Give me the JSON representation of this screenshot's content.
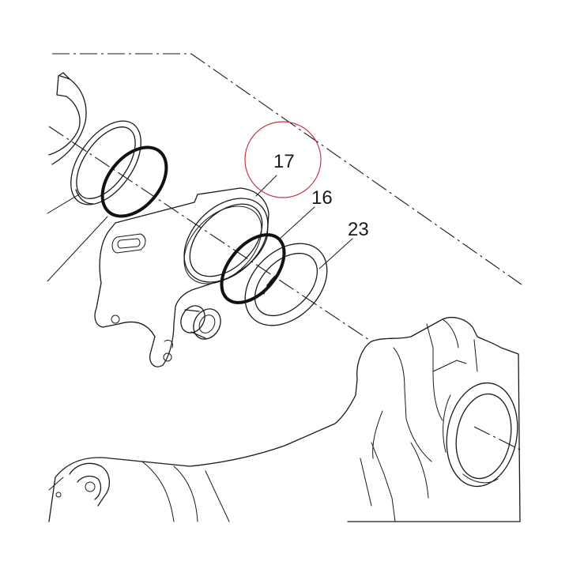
{
  "callouts": [
    {
      "id": "17",
      "label": "17"
    },
    {
      "id": "16",
      "label": "16"
    },
    {
      "id": "23",
      "label": "23"
    }
  ],
  "highlight": {
    "target": "17",
    "color": "#c0394b"
  },
  "colors": {
    "line": "#1a1a1a",
    "background": "#ffffff"
  }
}
